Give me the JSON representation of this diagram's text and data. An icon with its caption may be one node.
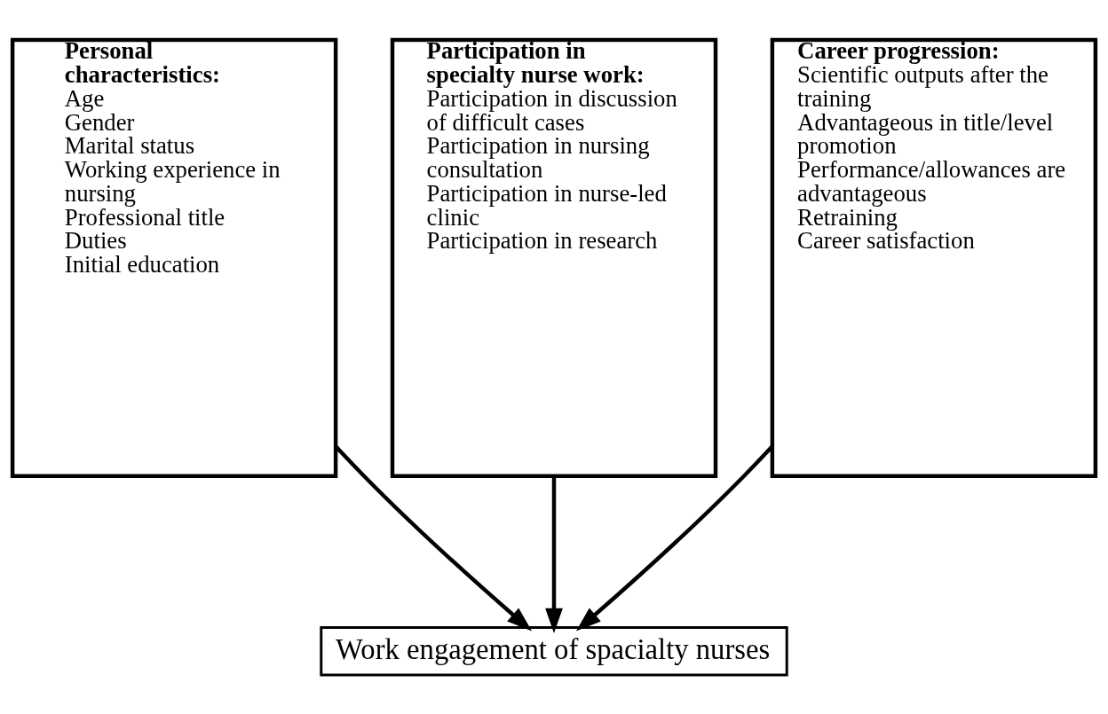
{
  "diagram": {
    "nodes": [
      {
        "text": [
          "Personal characteristics:",
          "Age",
          "Gender",
          "Marital status",
          "Working experience in nursing",
          "Professional title",
          "Duties",
          "Initial education"
        ]
      },
      {
        "text": [
          "Participation in specialty nurse work:",
          "Participation in discussion of difficult cases",
          "Participation in nursing consultation",
          "Participation in nurse-led clinic",
          "Participation in research"
        ]
      },
      {
        "text": [
          "Career progression:",
          "Scientific outputs after the training",
          "Advantageous in title/level promotion",
          "Performance/allowances are advantageous",
          "Retraining",
          "Career satisfaction"
        ]
      },
      {
        "text": [
          "Work engagement of spacialty nurses"
        ]
      }
    ],
    "edges": [
      {
        "from": 0,
        "to": 3,
        "arrow": "to"
      },
      {
        "from": 1,
        "to": 3,
        "arrow": "to"
      },
      {
        "from": 2,
        "to": 3,
        "arrow": "to"
      }
    ]
  }
}
